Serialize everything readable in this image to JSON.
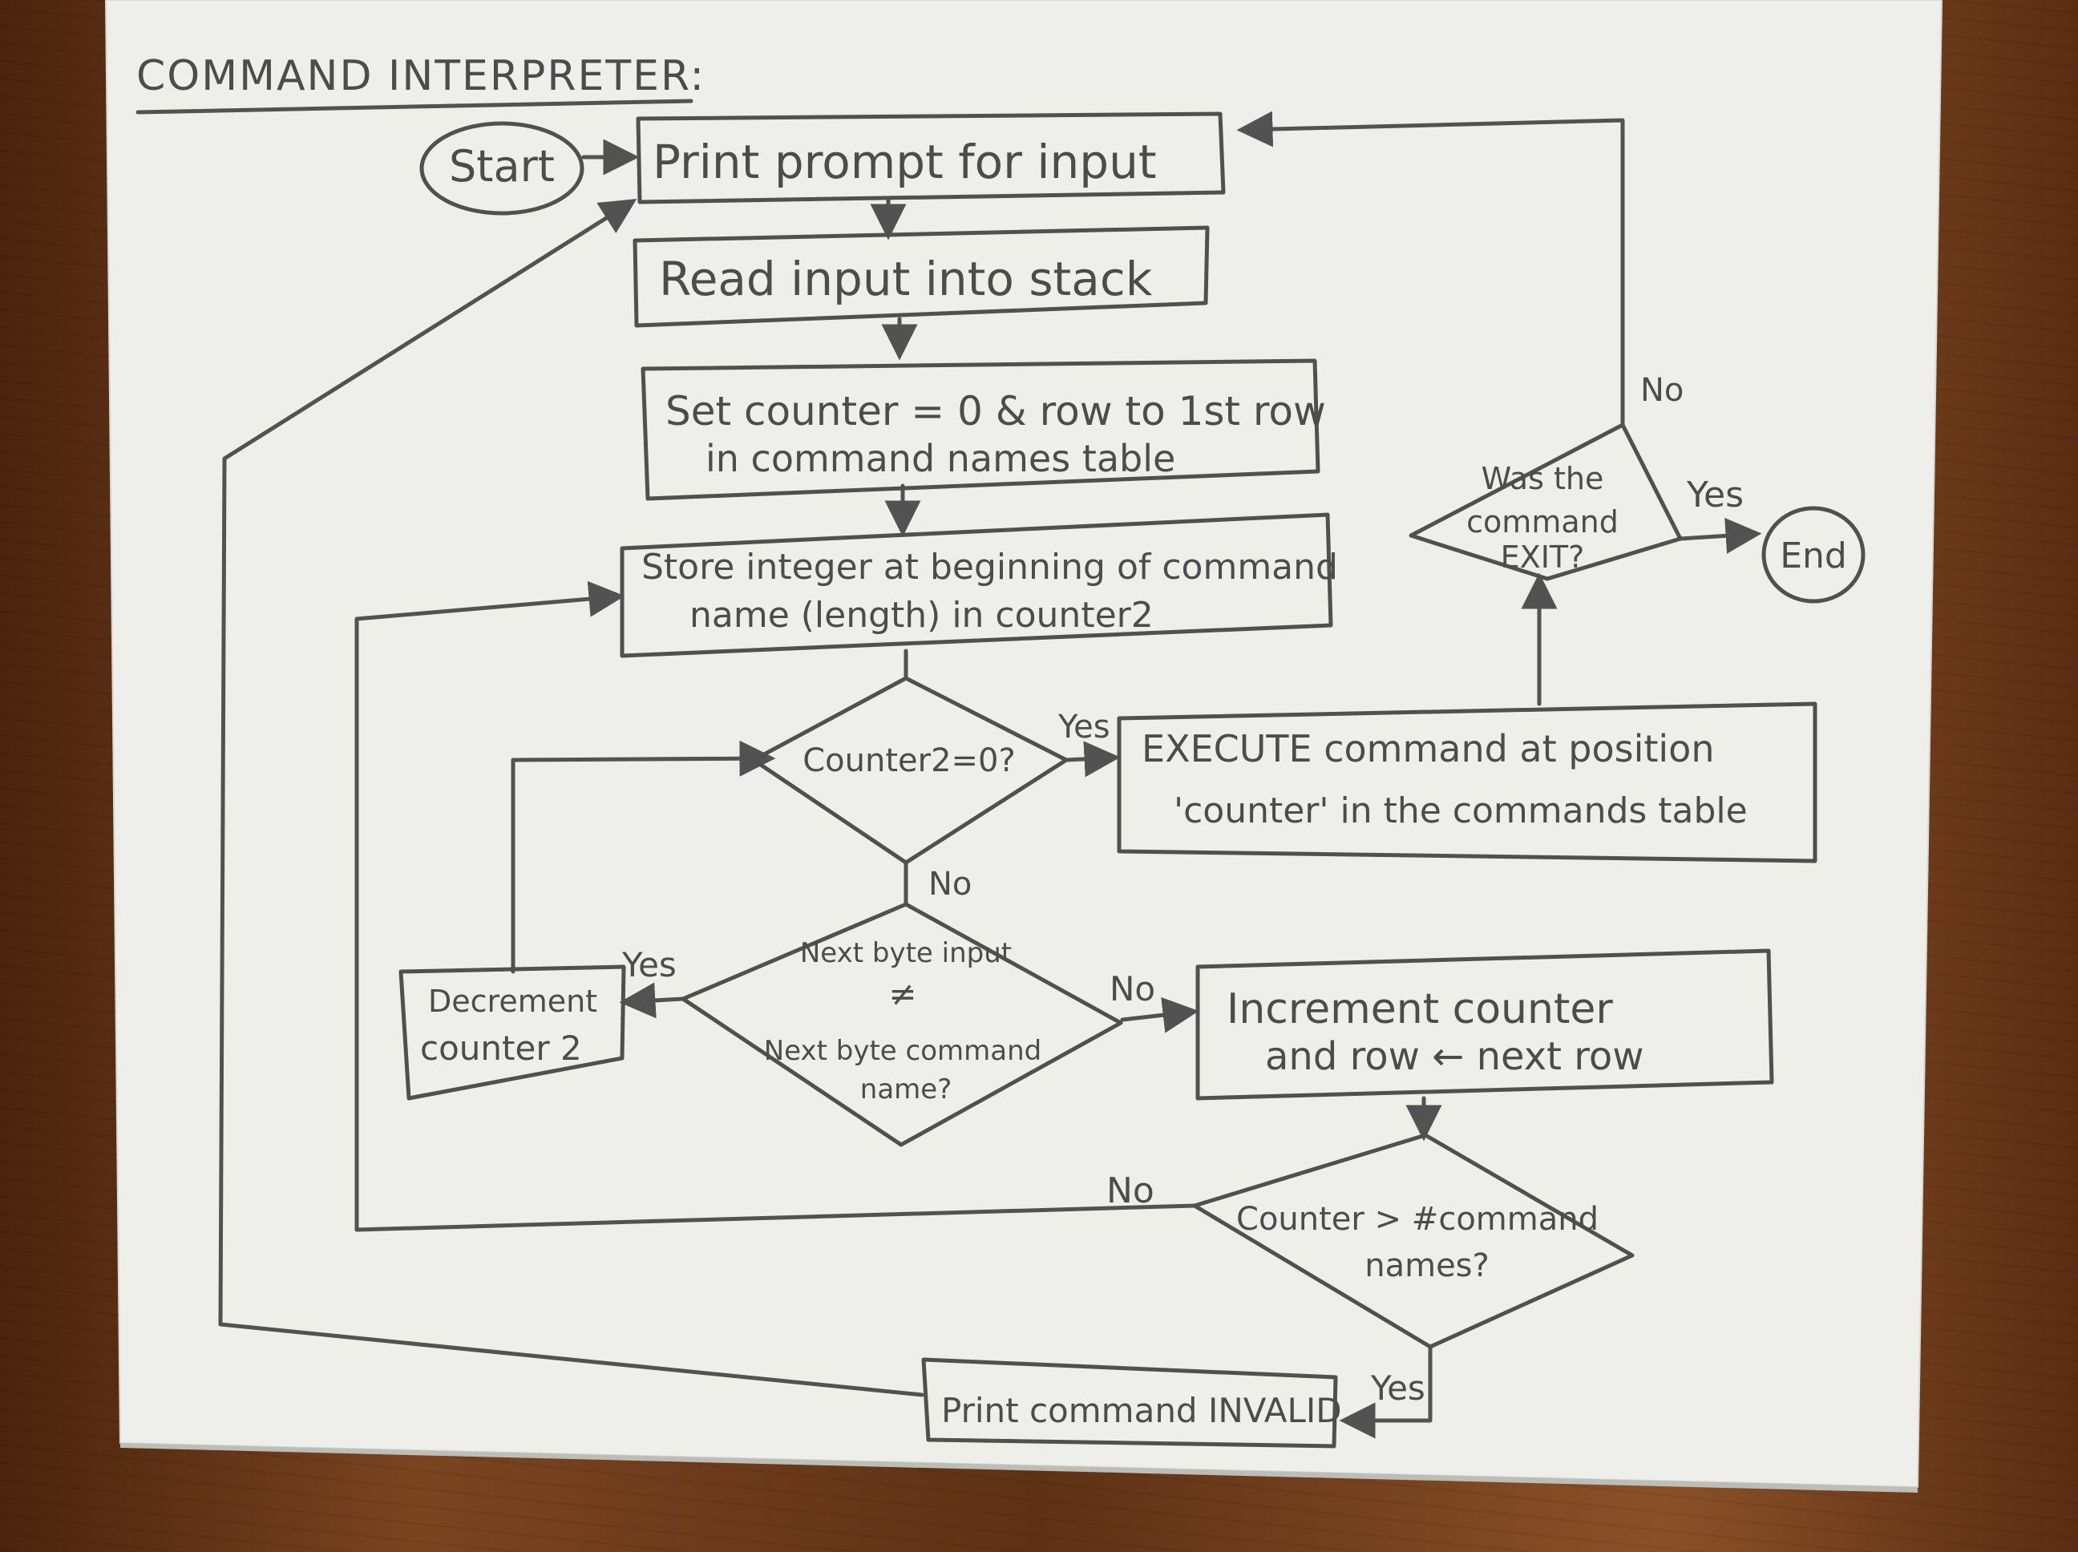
{
  "title": "COMMAND INTERPRETER:",
  "nodes": {
    "start": "Start",
    "end": "End",
    "print_prompt": "Print prompt for input",
    "read_input": "Read input into stack",
    "set_counter": [
      "Set counter = 0 & row to 1st row",
      "in command names table"
    ],
    "store_integer": [
      "Store integer at beginning of command",
      "name (length) in counter2"
    ],
    "counter2_zero": "Counter2=0?",
    "execute": [
      "EXECUTE command at position",
      "'counter' in the commands table"
    ],
    "was_exit": [
      "Was the",
      "command",
      "EXIT?"
    ],
    "next_byte": [
      "Next byte input",
      "≠",
      "Next byte command",
      "name?"
    ],
    "decrement": [
      "Decrement",
      "counter 2"
    ],
    "increment": [
      "Increment counter",
      "and row ← next row"
    ],
    "counter_gt": [
      "Counter > #command",
      "names?"
    ],
    "print_invalid": "Print command INVALID"
  },
  "edge_labels": {
    "exit_no": "No",
    "exit_yes": "Yes",
    "zero_yes": "Yes",
    "zero_no": "No",
    "byte_yes": "Yes",
    "byte_no": "No",
    "gt_no": "No",
    "gt_yes": "Yes"
  }
}
